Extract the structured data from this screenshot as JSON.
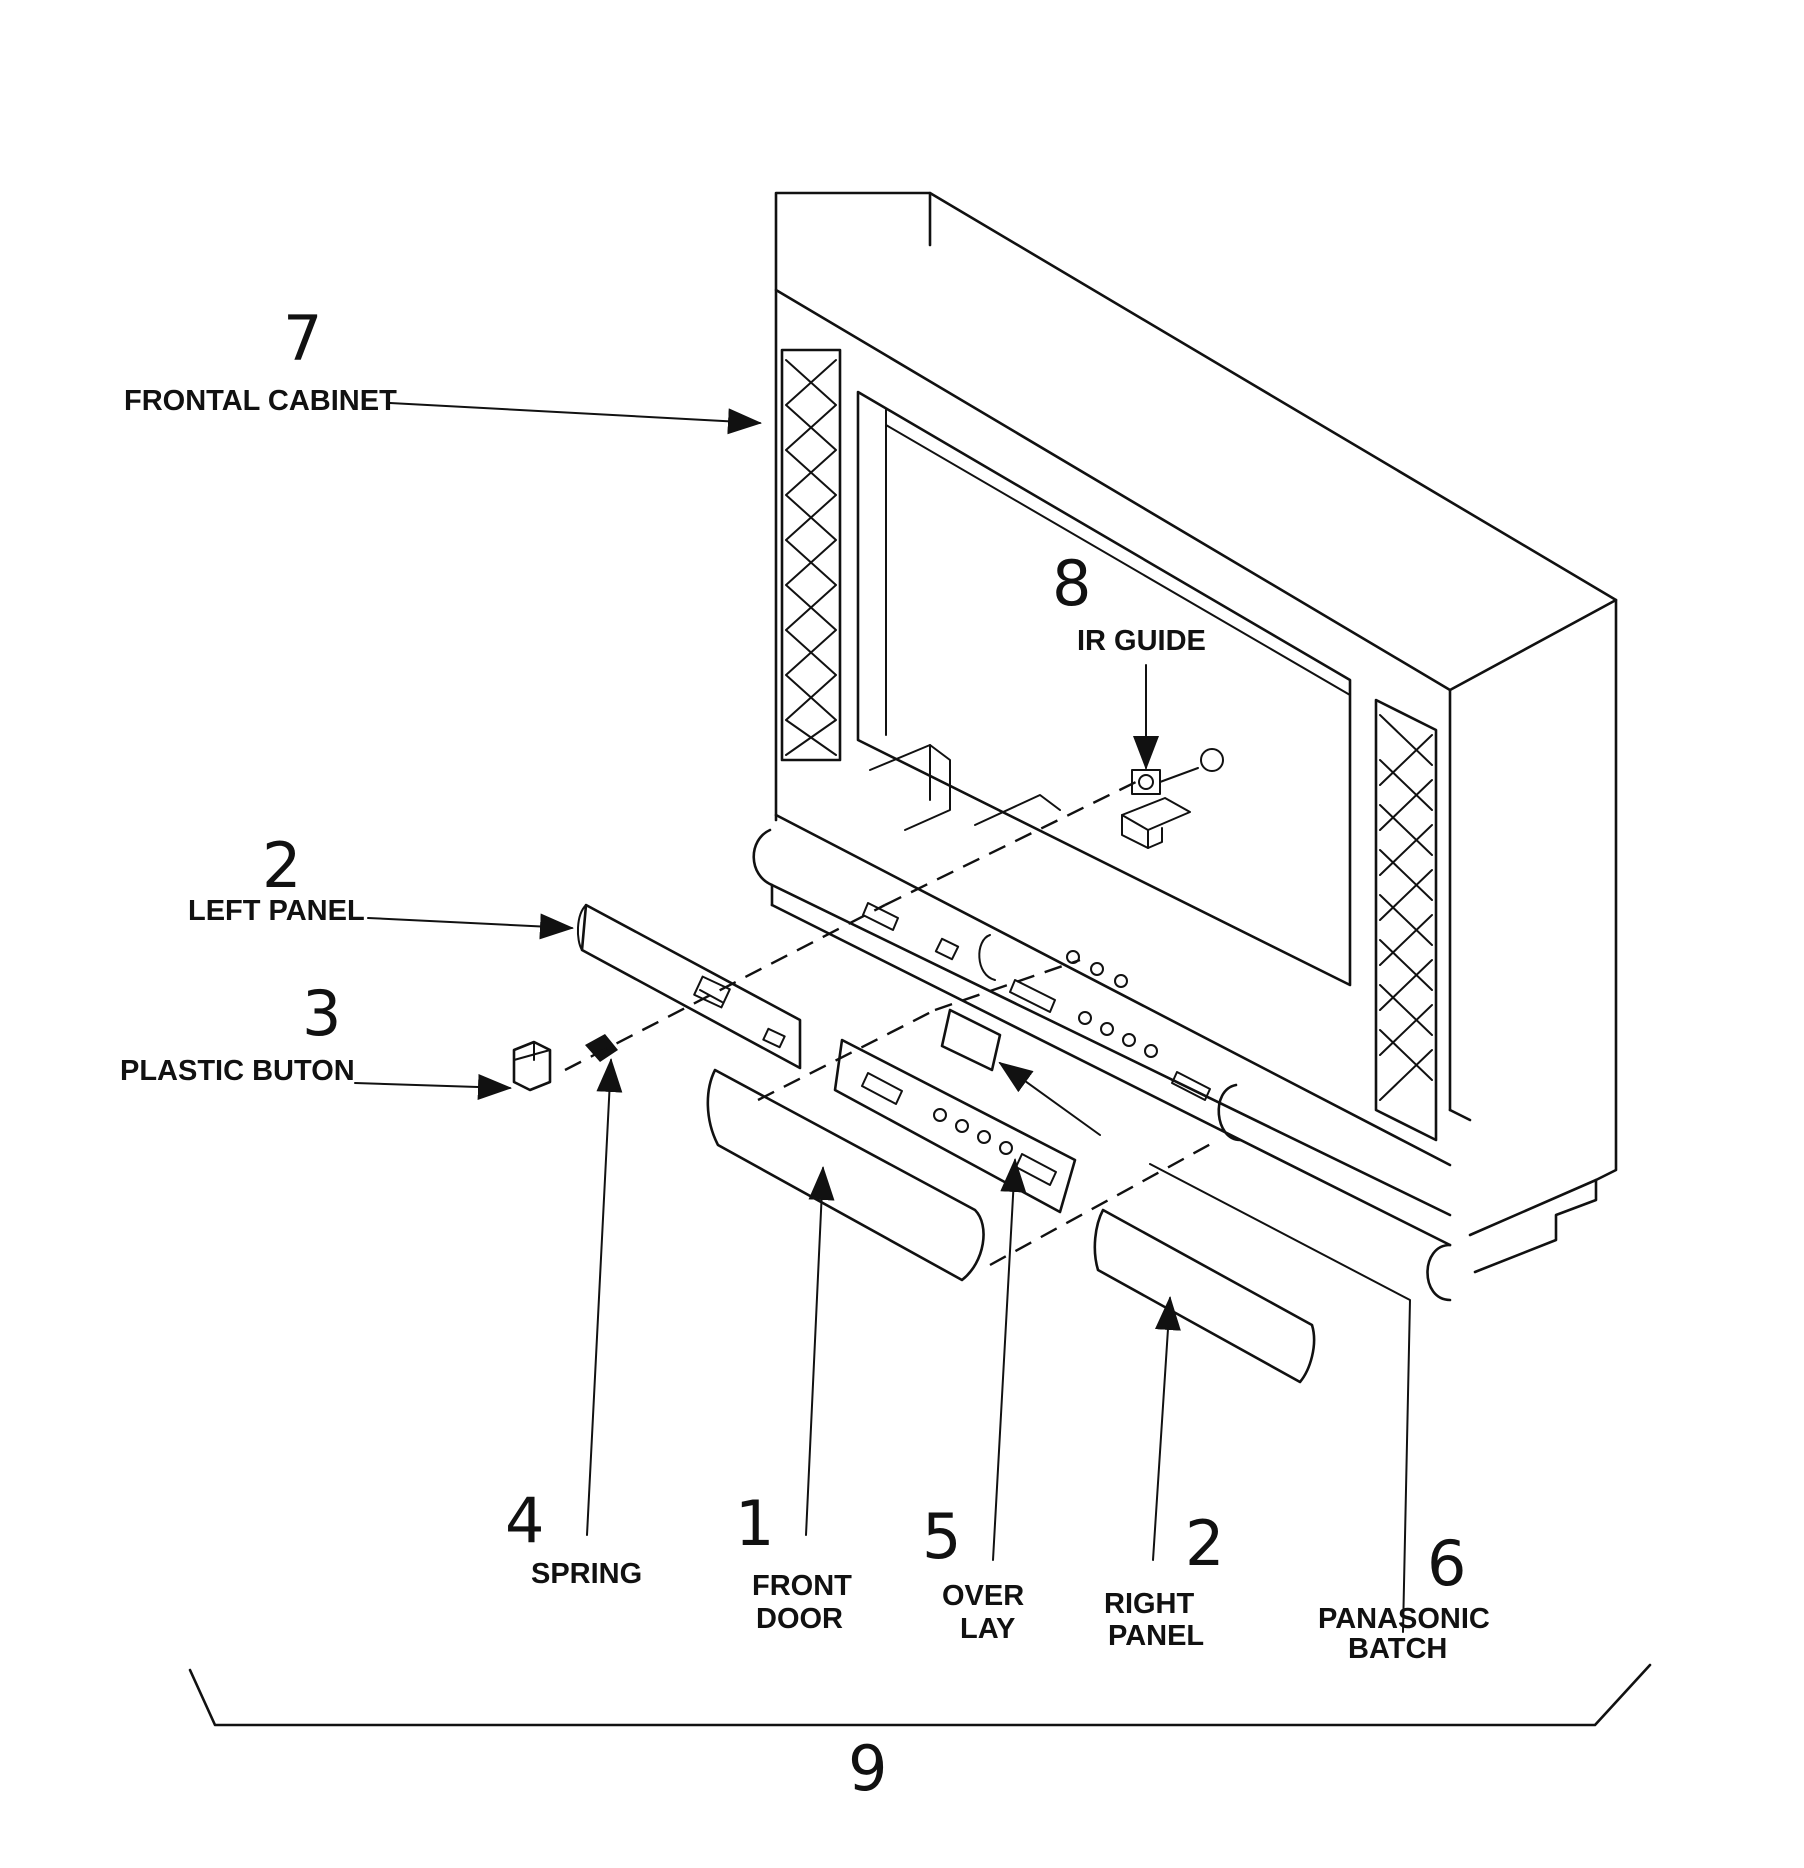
{
  "callouts": [
    {
      "id": "frontal-cabinet",
      "number": "7",
      "label": "FRONTAL CABINET"
    },
    {
      "id": "ir-guide",
      "number": "8",
      "label": "IR GUIDE"
    },
    {
      "id": "left-panel",
      "number": "2",
      "label": "LEFT PANEL"
    },
    {
      "id": "plastic-button",
      "number": "3",
      "label": "PLASTIC BUTON"
    },
    {
      "id": "spring",
      "number": "4",
      "label": "SPRING"
    },
    {
      "id": "front-door",
      "number": "1",
      "label_lines": [
        "FRONT",
        "DOOR"
      ]
    },
    {
      "id": "overlay",
      "number": "5",
      "label_lines": [
        "OVER",
        "LAY"
      ]
    },
    {
      "id": "right-panel",
      "number": "2",
      "label_lines": [
        "RIGHT",
        "PANEL"
      ]
    },
    {
      "id": "panasonic-batch",
      "number": "6",
      "label_lines": [
        "PANASONIC",
        "BATCH"
      ]
    }
  ],
  "assembly": {
    "number": "9"
  }
}
